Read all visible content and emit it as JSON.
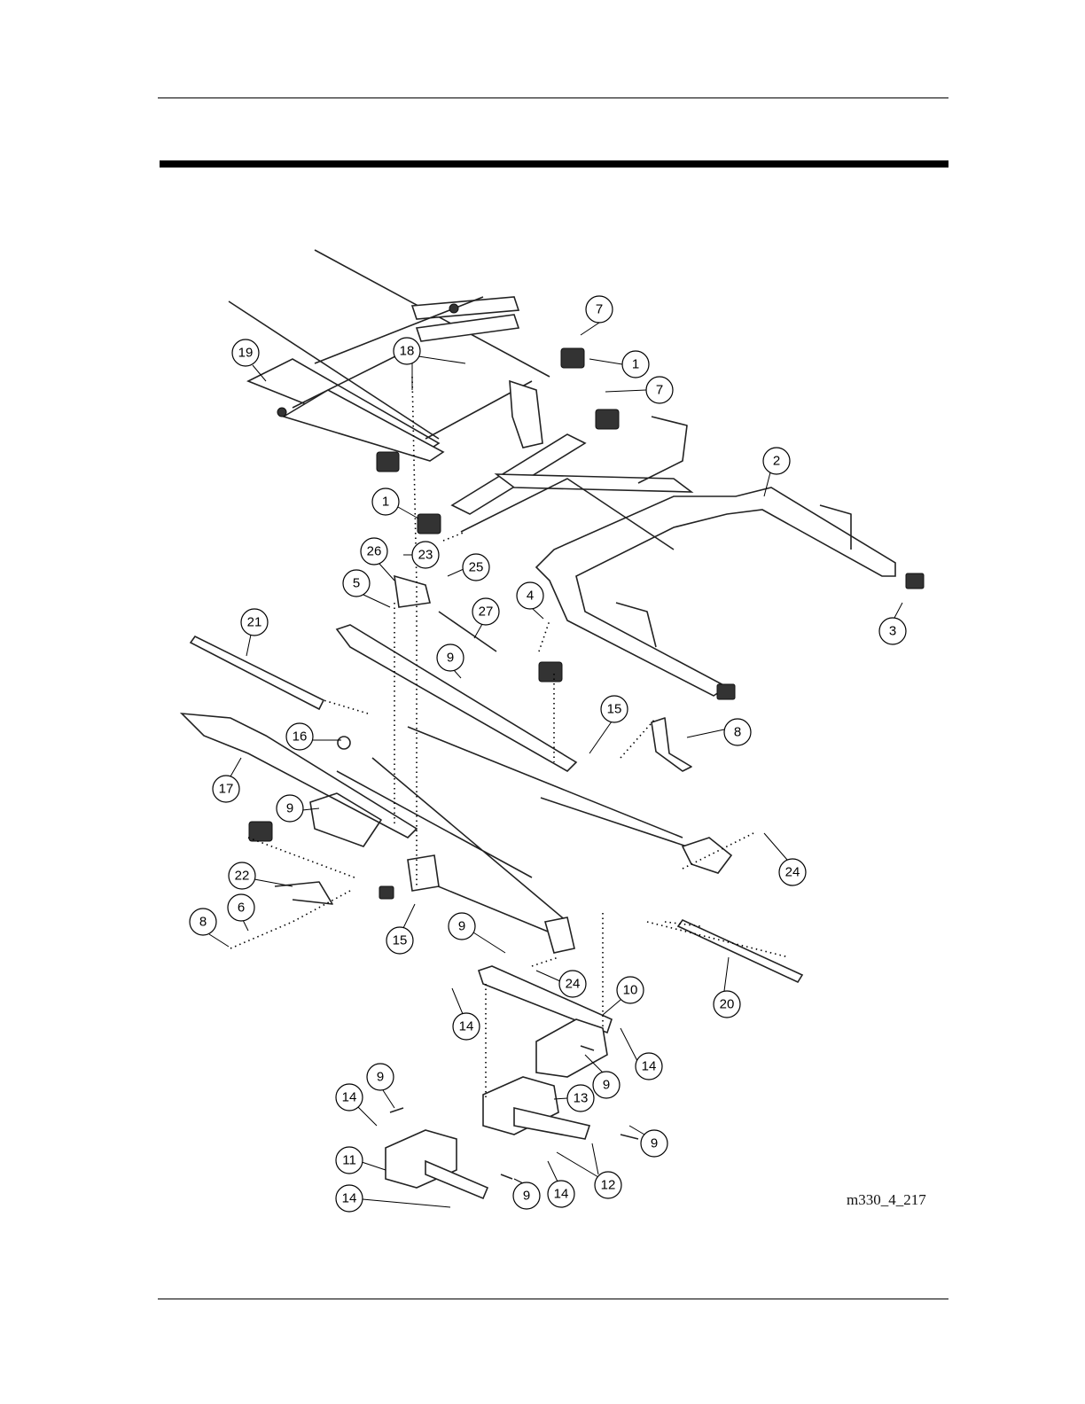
{
  "figure": {
    "id": "m330_4_217",
    "callouts": [
      "7",
      "1",
      "7",
      "19",
      "18",
      "2",
      "1",
      "23",
      "26",
      "25",
      "5",
      "27",
      "4",
      "3",
      "21",
      "9",
      "15",
      "8",
      "16",
      "17",
      "9",
      "24",
      "22",
      "6",
      "8",
      "15",
      "9",
      "24",
      "20",
      "14",
      "10",
      "14",
      "9",
      "9",
      "14",
      "13",
      "9",
      "11",
      "12",
      "14",
      "9",
      "14"
    ]
  }
}
